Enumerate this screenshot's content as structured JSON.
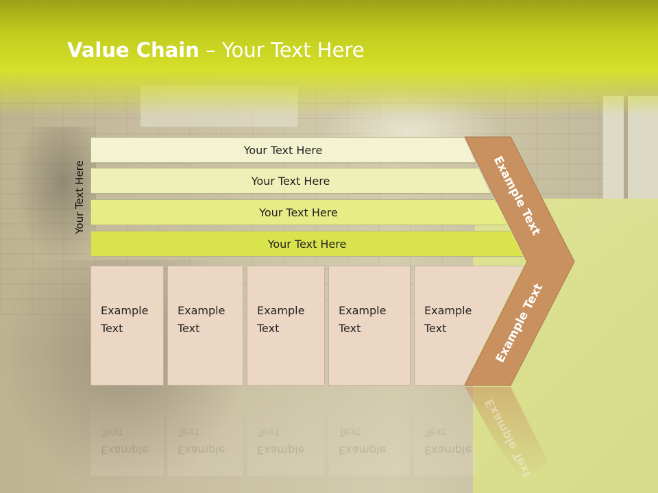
{
  "slide": {
    "title_bold": "Value Chain",
    "title_rest": " – Your Text Here",
    "vertical_label": "Your Text Here"
  },
  "bars": [
    {
      "label": "Your Text Here",
      "color": "#f3f3d2"
    },
    {
      "label": "Your Text Here",
      "color": "#eff0b7"
    },
    {
      "label": "Your Text Here",
      "color": "#e8ec86"
    },
    {
      "label": "Your Text Here",
      "color": "#d9e44d"
    }
  ],
  "boxes": [
    {
      "label": "Example\nText"
    },
    {
      "label": "Example\nText"
    },
    {
      "label": "Example\nText"
    },
    {
      "label": "Example\nText"
    },
    {
      "label": "Example\nText"
    }
  ],
  "chevron": {
    "upper_label": "Example Text",
    "lower_label": "Example Text",
    "color": "#c8915f"
  }
}
